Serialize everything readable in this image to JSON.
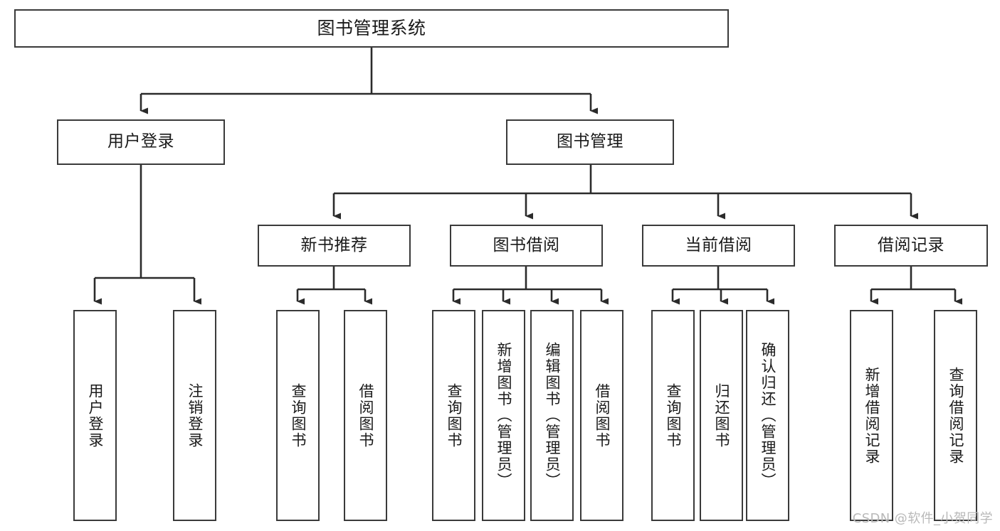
{
  "diagram": {
    "type": "tree-hierarchy",
    "title": "图书管理系统",
    "root": {
      "id": "root",
      "label": "图书管理系统"
    },
    "level2": [
      {
        "id": "user-login",
        "label": "用户登录"
      },
      {
        "id": "book-manage",
        "label": "图书管理"
      }
    ],
    "level3": [
      {
        "id": "new-book-recommend",
        "label": "新书推荐",
        "parent": "book-manage"
      },
      {
        "id": "book-borrow",
        "label": "图书借阅",
        "parent": "book-manage"
      },
      {
        "id": "current-borrow",
        "label": "当前借阅",
        "parent": "book-manage"
      },
      {
        "id": "borrow-record",
        "label": "借阅记录",
        "parent": "book-manage"
      }
    ],
    "leaves": [
      {
        "id": "leaf-user-login",
        "label": "用户登录",
        "parent": "user-login"
      },
      {
        "id": "leaf-user-logout",
        "label": "注销登录",
        "parent": "user-login"
      },
      {
        "id": "leaf-query-book-1",
        "label": "查询图书",
        "parent": "new-book-recommend"
      },
      {
        "id": "leaf-borrow-book-1",
        "label": "借阅图书",
        "parent": "new-book-recommend"
      },
      {
        "id": "leaf-query-book-2",
        "label": "查询图书",
        "parent": "book-borrow"
      },
      {
        "id": "leaf-add-book",
        "label": "新增图书（管理员）",
        "parent": "book-borrow"
      },
      {
        "id": "leaf-edit-book",
        "label": "编辑图书（管理员）",
        "parent": "book-borrow"
      },
      {
        "id": "leaf-borrow-book-2",
        "label": "借阅图书",
        "parent": "book-borrow"
      },
      {
        "id": "leaf-query-book-3",
        "label": "查询图书",
        "parent": "current-borrow"
      },
      {
        "id": "leaf-return-book",
        "label": "归还图书",
        "parent": "current-borrow"
      },
      {
        "id": "leaf-confirm-return",
        "label": "确认归还（管理员）",
        "parent": "current-borrow"
      },
      {
        "id": "leaf-add-record",
        "label": "新增借阅记录",
        "parent": "borrow-record"
      },
      {
        "id": "leaf-query-record",
        "label": "查询借阅记录",
        "parent": "borrow-record"
      }
    ],
    "colors": {
      "stroke": "#3a3a3a",
      "fill": "#ffffff",
      "text": "#1a1a1a",
      "watermark": "#b9b9b9"
    }
  },
  "watermark": {
    "text": "CSDN @软件_小贺同学"
  }
}
